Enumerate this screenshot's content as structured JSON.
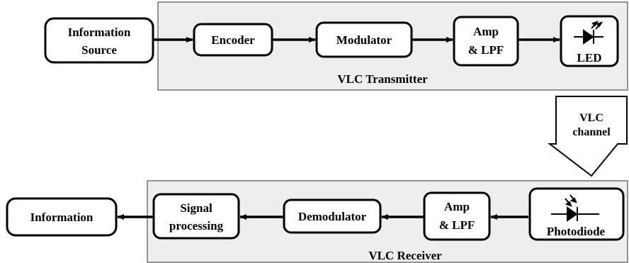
{
  "transmitter": {
    "label": "VLC Transmitter",
    "source_line1": "Information",
    "source_line2": "Source",
    "encoder": "Encoder",
    "modulator": "Modulator",
    "amp_line1": "Amp",
    "amp_line2": "& LPF",
    "led": "LED"
  },
  "channel": {
    "line1": "VLC",
    "line2": "channel"
  },
  "receiver": {
    "label": "VLC Receiver",
    "information": "Information",
    "signal_line1": "Signal",
    "signal_line2": "processing",
    "demodulator": "Demodulator",
    "amp_line1": "Amp",
    "amp_line2": "& LPF",
    "photodiode": "Photodiode"
  },
  "colors": {
    "panel_fill": "#eeeeee",
    "block_fill": "#ffffff",
    "stroke": "#000000"
  }
}
